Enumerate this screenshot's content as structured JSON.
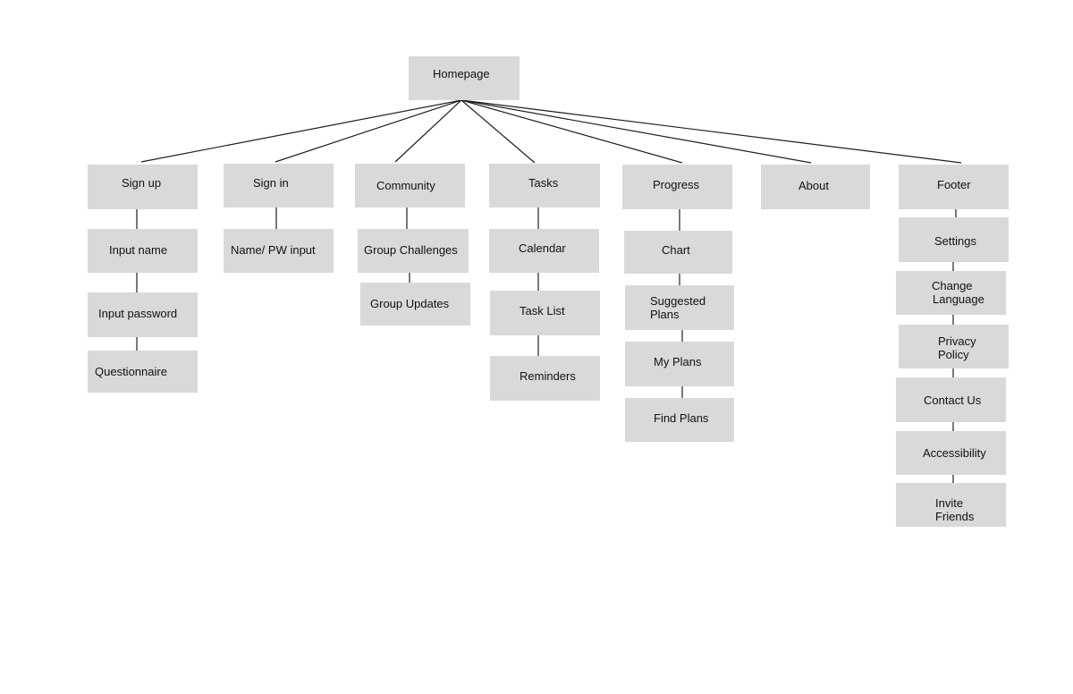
{
  "diagram": {
    "nodes": {
      "homepage": "Homepage",
      "sign_up": "Sign up",
      "input_name": "Input name",
      "input_password": "Input password",
      "questionnaire": "Questionnaire",
      "sign_in": "Sign in",
      "name_pw_input": "Name/ PW input",
      "community": "Community",
      "group_challenges": "Group Challenges",
      "group_updates": "Group Updates",
      "tasks": "Tasks",
      "calendar": "Calendar",
      "task_list": "Task List",
      "reminders": "Reminders",
      "progress": "Progress",
      "chart": "Chart",
      "suggested_plans": "Suggested\nPlans",
      "my_plans": "My Plans",
      "find_plans": "Find Plans",
      "about": "About",
      "footer": "Footer",
      "settings": "Settings",
      "change_language": "Change\nLanguage",
      "privacy_policy": "Privacy\nPolicy",
      "contact_us": "Contact Us",
      "accessibility": "Accessibility",
      "invite_friends": "Invite\nFriends"
    },
    "colors": {
      "node_fill": "#d9d9d9",
      "connector": "#1f1f1f",
      "background": "#ffffff"
    }
  }
}
